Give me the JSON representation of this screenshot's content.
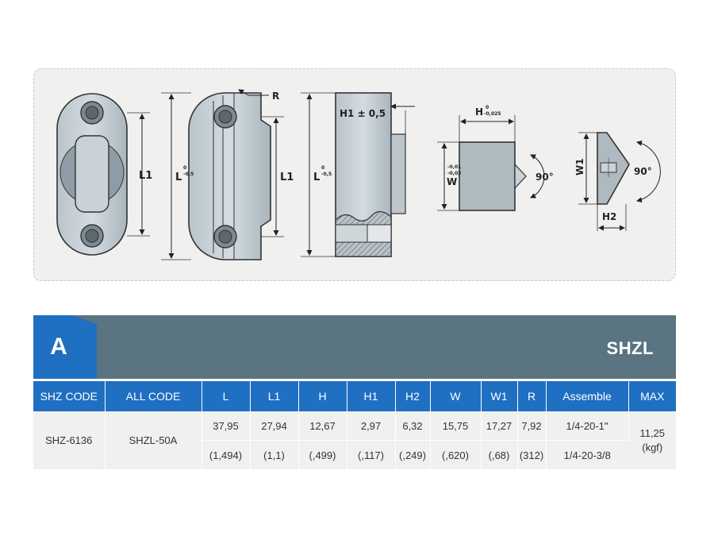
{
  "drawing": {
    "labels": {
      "r": "R",
      "l1_front": "L1",
      "l1_side": "L1",
      "l_side": "L",
      "l_tol_top": "0",
      "l_tol_bot": "-0,5",
      "l_right": "L",
      "l_right_tol_top": "0",
      "l_right_tol_bot": "-0,5",
      "h1": "H1 ± 0,5",
      "h": "H",
      "h_tol_top": "0",
      "h_tol_bot": "-0,025",
      "w": "W",
      "w_tol_top": "-0,01",
      "w_tol_bot": "-0,03",
      "angle_front": "90°",
      "w1": "W1",
      "h2": "H2",
      "angle_end": "90°"
    }
  },
  "header": {
    "tab_label": "A",
    "product": "SHZL"
  },
  "table": {
    "columns": [
      "SHZ CODE",
      "ALL CODE",
      "L",
      "L1",
      "H",
      "H1",
      "H2",
      "W",
      "W1",
      "R",
      "Assemble",
      "MAX"
    ],
    "row": {
      "shz_code": "SHZ-6136",
      "all_code": "SHZL-50A",
      "metric": [
        "37,95",
        "27,94",
        "12,67",
        "2,97",
        "6,32",
        "15,75",
        "17,27",
        "7,92",
        "1/4-20-1\""
      ],
      "imperial": [
        "(1,494)",
        "(1,1)",
        "(,499)",
        "(,117)",
        "(,249)",
        "(,620)",
        "(,68)",
        "(312)",
        "1/4-20-3/8"
      ],
      "max_value": "11,25",
      "max_unit": "(kgf)"
    }
  }
}
